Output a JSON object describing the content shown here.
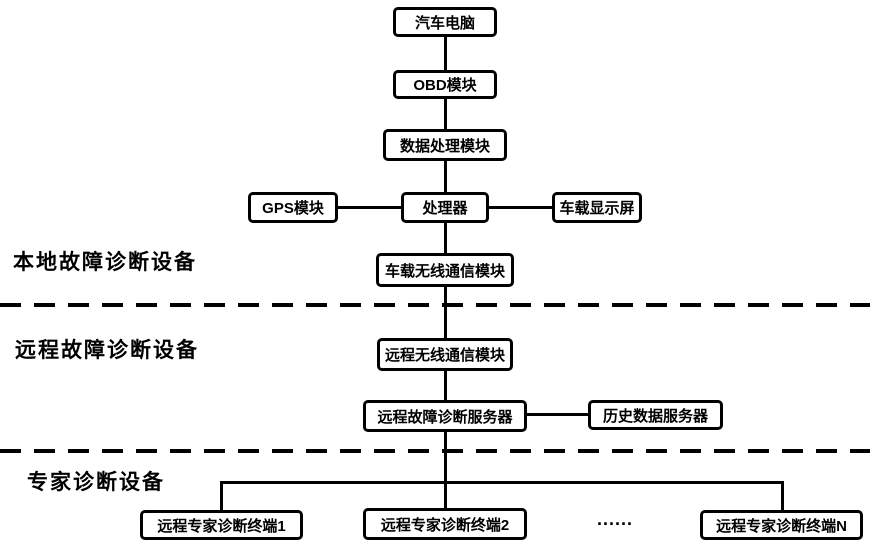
{
  "diagram": {
    "title_semantic": "vehicle-fault-diagnosis-system-diagram",
    "colors": {
      "line": "#000000",
      "background": "#ffffff"
    },
    "nodes": {
      "car_computer": "汽车电脑",
      "obd_module": "OBD模块",
      "data_processing": "数据处理模块",
      "gps_module": "GPS模块",
      "processor": "处理器",
      "vehicle_display": "车载显示屏",
      "vehicle_wireless": "车载无线通信模块",
      "remote_wireless": "远程无线通信模块",
      "remote_server": "远程故障诊断服务器",
      "history_server": "历史数据服务器",
      "terminal_1": "远程专家诊断终端1",
      "terminal_2": "远程专家诊断终端2",
      "terminal_n": "远程专家诊断终端N"
    },
    "section_labels": {
      "local": "本地故障诊断设备",
      "remote": "远程故障诊断设备",
      "expert": "专家诊断设备"
    },
    "ellipsis": "......"
  }
}
